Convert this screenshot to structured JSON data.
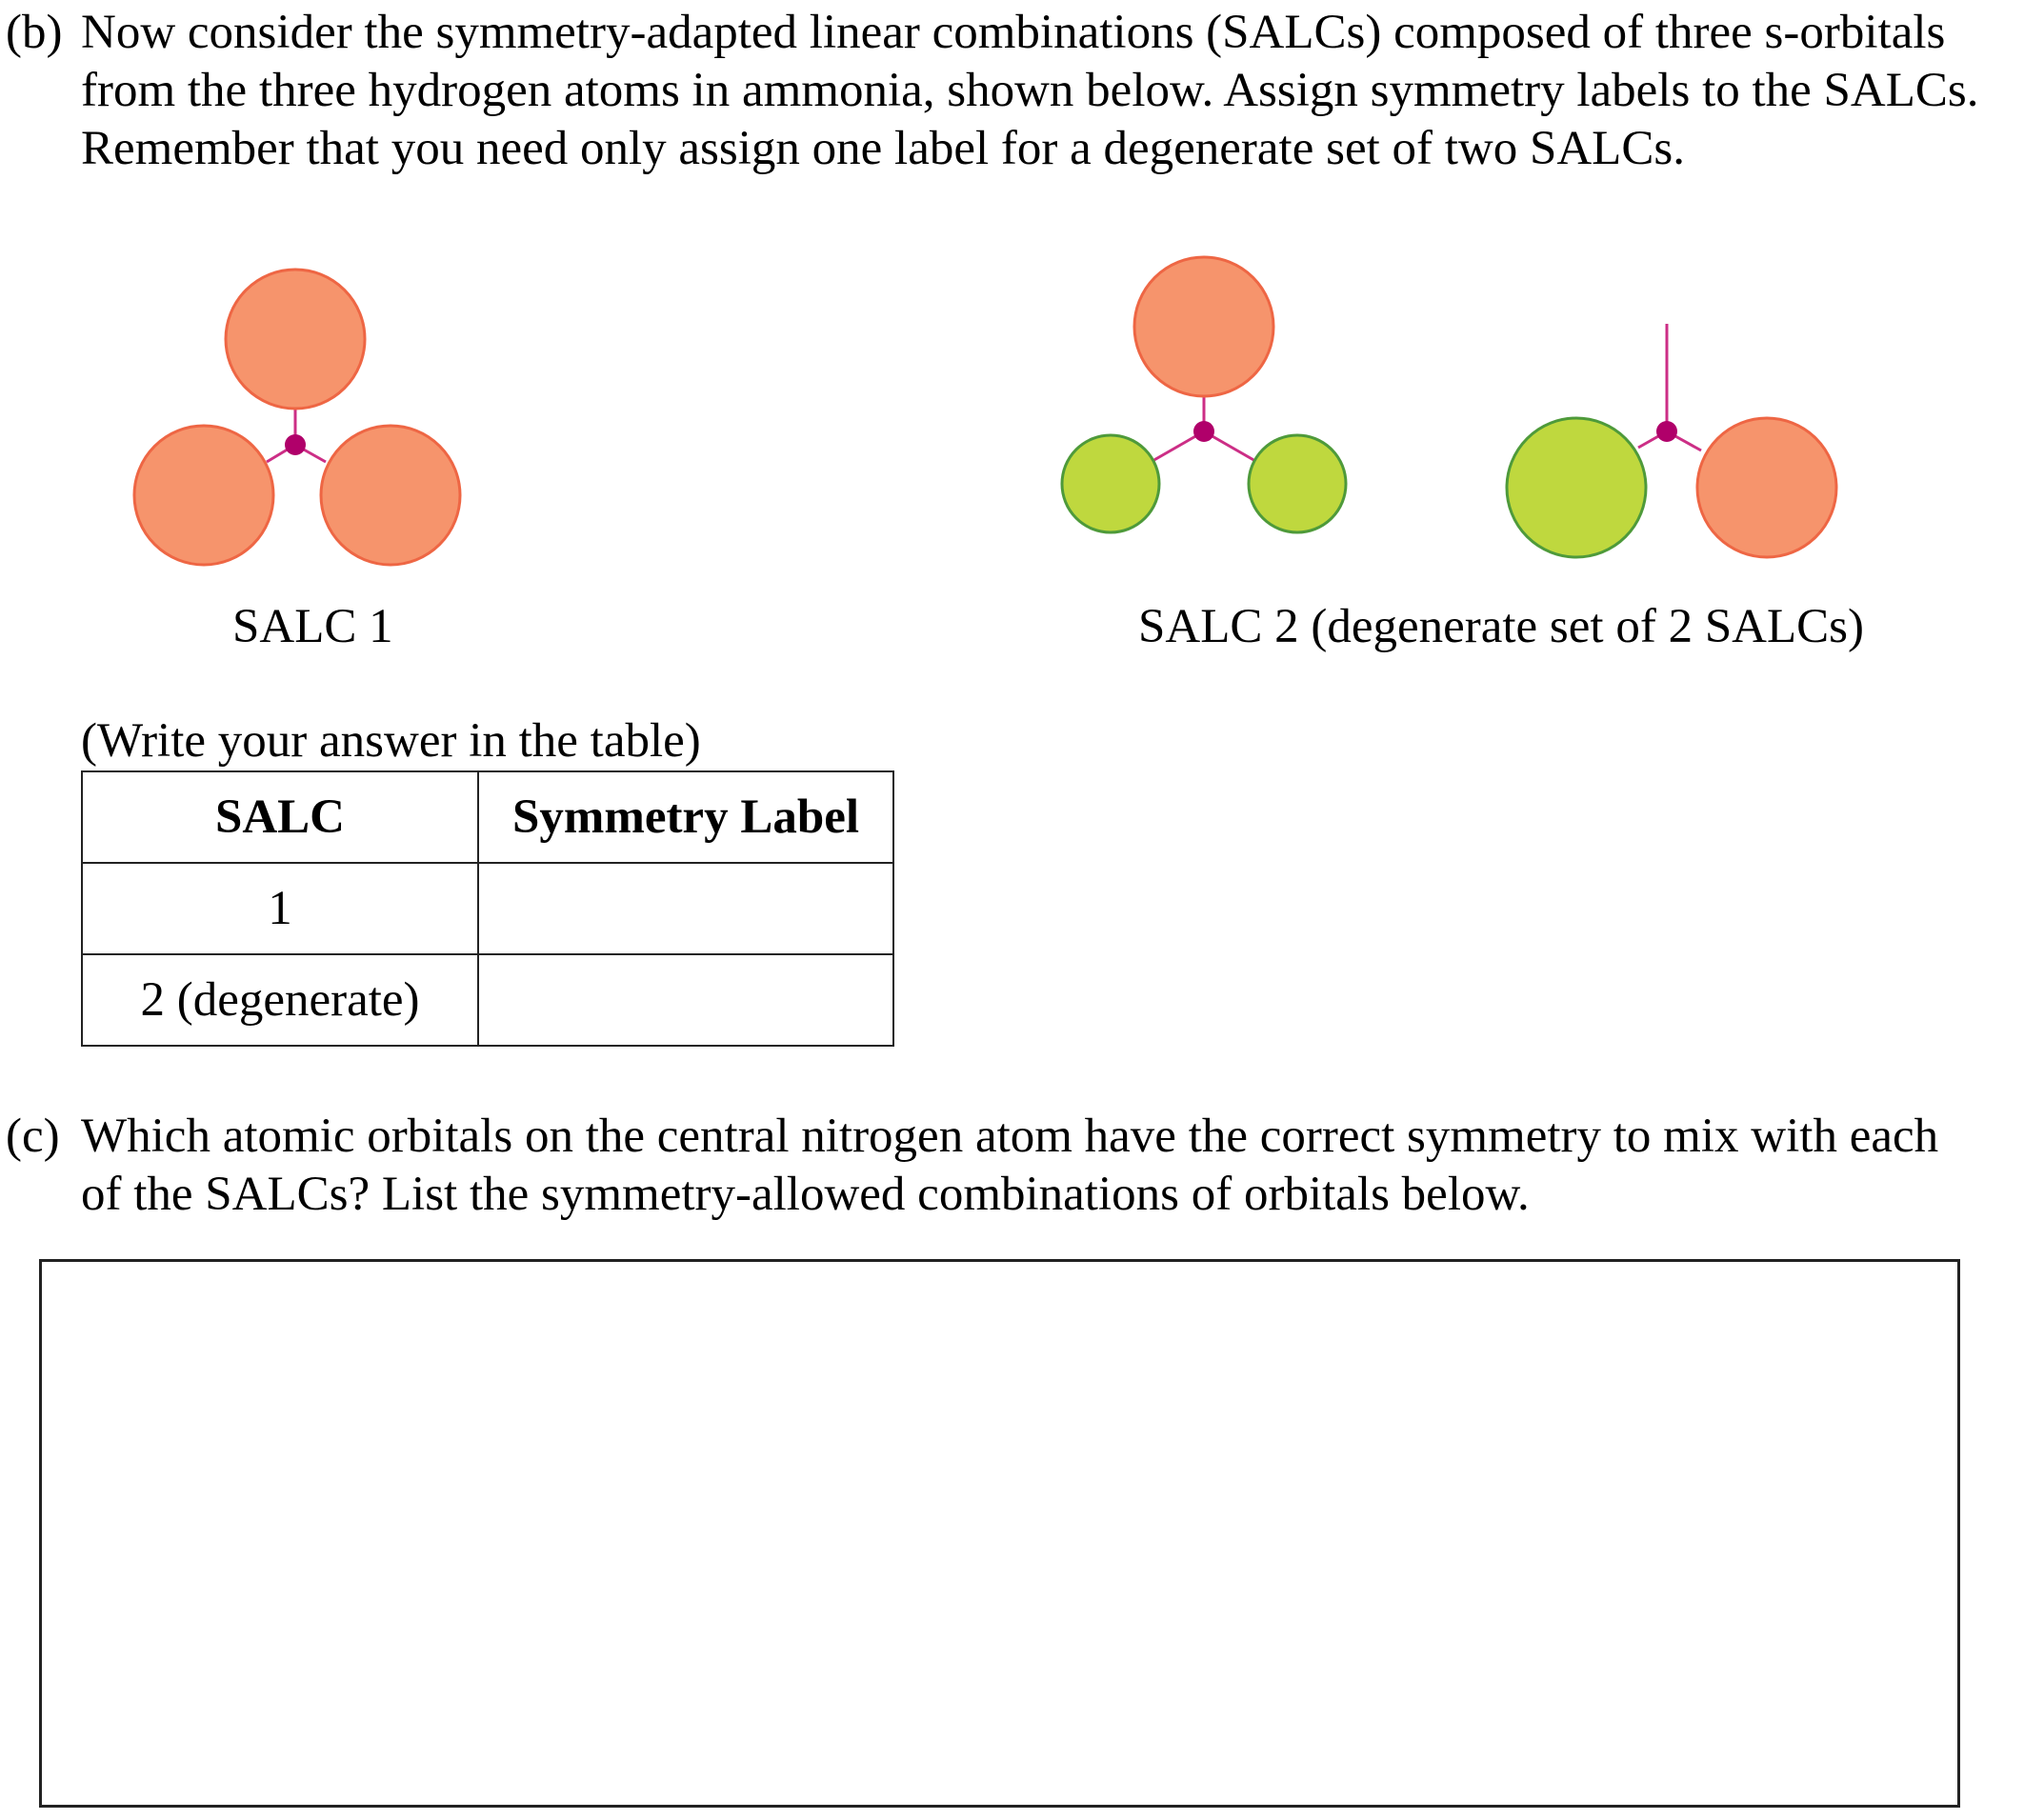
{
  "part_b": {
    "label": "(b)",
    "lines": [
      "Now consider the symmetry-adapted linear combinations (SALCs) composed of three s-orbitals",
      "from the three hydrogen atoms in ammonia, shown below. Assign symmetry labels to the SALCs.",
      "Remember that you need only assign one label for a degenerate set of two SALCs."
    ]
  },
  "diagrams": {
    "salc1_caption": "SALC 1",
    "salc2_caption": "SALC 2 (degenerate set of 2 SALCs)",
    "colors": {
      "positive_fill": "#F6946C",
      "positive_stroke": "#EE6644",
      "negative_fill": "#BFD83E",
      "negative_stroke": "#4E9A3A",
      "bond": "#CC2E86",
      "center": "#B0006A"
    }
  },
  "table": {
    "instruction": "(Write your answer in the table)",
    "headers": [
      "SALC",
      "Symmetry Label"
    ],
    "rows": [
      {
        "salc": "1",
        "label": ""
      },
      {
        "salc": "2 (degenerate)",
        "label": ""
      }
    ]
  },
  "part_c": {
    "label": "(c)",
    "lines": [
      "Which atomic orbitals on the central nitrogen atom have the correct symmetry to mix with each",
      "of the SALCs? List the symmetry-allowed combinations of orbitals below."
    ]
  }
}
